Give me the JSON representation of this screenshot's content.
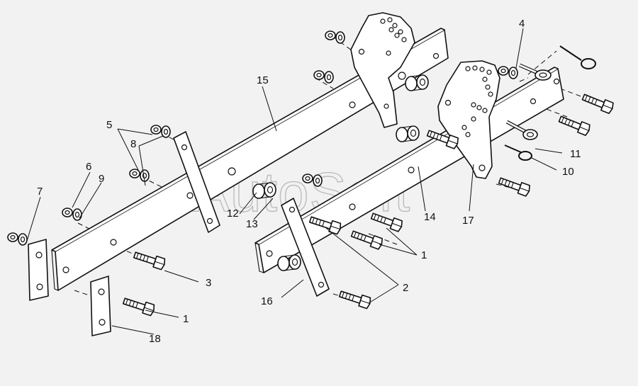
{
  "watermark": "AutoSoft",
  "callouts": {
    "c1a": "1",
    "c1b": "1",
    "c2": "2",
    "c3": "3",
    "c4": "4",
    "c5": "5",
    "c6": "6",
    "c7": "7",
    "c8": "8",
    "c9": "9",
    "c10": "10",
    "c11": "11",
    "c12": "12",
    "c13": "13",
    "c14": "14",
    "c15": "15",
    "c16": "16",
    "c17": "17",
    "c18": "18"
  },
  "colors": {
    "background": "#f2f2f2",
    "ink": "#111111",
    "watermark": "#bdbdbd"
  }
}
